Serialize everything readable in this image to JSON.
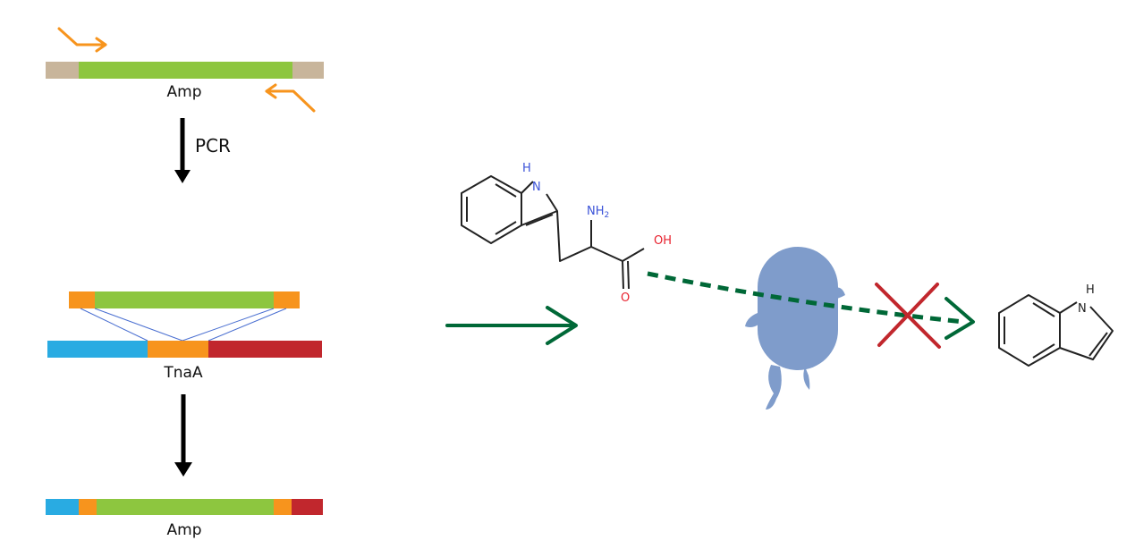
{
  "labels": {
    "top_gene": "Amp",
    "pcr_step": "PCR",
    "target_gene": "TnaA",
    "result_gene": "Amp"
  },
  "molecules": {
    "tryptophan": {
      "n_h": "H",
      "n": "N",
      "amine_main": "NH",
      "amine_sub": "2",
      "hydroxyl": "OH",
      "carbonyl_o": "O"
    },
    "indole": {
      "n_h": "H",
      "n": "N"
    }
  },
  "colors": {
    "homology_arm": "#c8b59b",
    "amp_gene": "#8dc63f",
    "flank": "#f7941d",
    "primer": "#f7941d",
    "tnaa_left": "#29abe2",
    "tnaa_right": "#c1272d",
    "reaction_arrow": "#006837",
    "bacterium": "#7f9ccb",
    "blocked_x": "#c1272d",
    "nitrogen": "#3b53d8",
    "oxygen": "#e8212e"
  },
  "icons": {
    "bacterium": "bacterium-icon",
    "blocked": "cross-mark-icon"
  }
}
